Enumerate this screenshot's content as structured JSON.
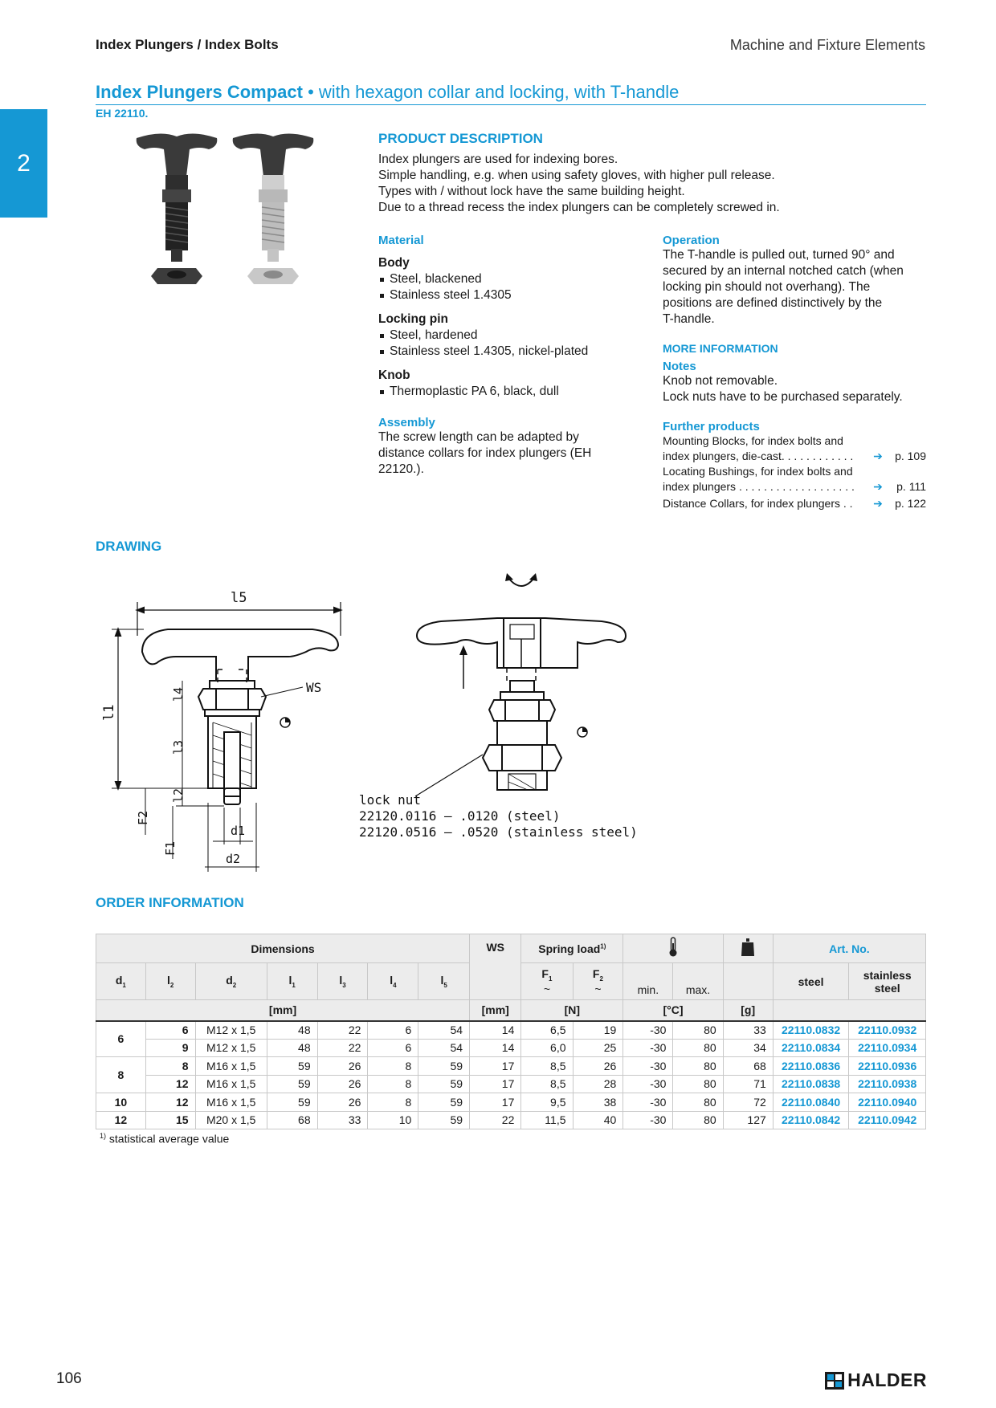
{
  "header": {
    "left": "Index Plungers / Index Bolts",
    "right": "Machine and Fixture Elements"
  },
  "chapter_tab": "2",
  "title": {
    "bold": "Index Plungers Compact",
    "bullet": "•",
    "rest": " with hexagon collar and locking, with T-handle",
    "code": "EH 22110."
  },
  "product_description": {
    "heading": "PRODUCT DESCRIPTION",
    "lines": [
      "Index plungers are used for indexing bores.",
      "Simple handling, e.g. when using safety gloves, with higher pull release.",
      "Types with / without lock have the same building height.",
      "Due to a thread recess the index plungers can be completely screwed in."
    ]
  },
  "material": {
    "heading": "Material",
    "body_label": "Body",
    "body_items": [
      "Steel, blackened",
      "Stainless steel 1.4305"
    ],
    "pin_label": "Locking pin",
    "pin_items": [
      "Steel, hardened",
      "Stainless steel 1.4305, nickel-plated"
    ],
    "knob_label": "Knob",
    "knob_items": [
      "Thermoplastic PA 6, black, dull"
    ]
  },
  "assembly": {
    "heading": "Assembly",
    "lines": [
      "The screw length can be adapted by",
      "distance collars for index plungers (EH",
      "22120.)."
    ]
  },
  "operation": {
    "heading": "Operation",
    "lines": [
      "The T-handle is pulled out, turned 90° and",
      "secured by an internal notched catch (when",
      "locking pin should not overhang). The",
      "positions are defined distinctively by the",
      "T-handle."
    ]
  },
  "more_info": {
    "heading": "MORE INFORMATION",
    "notes_heading": "Notes",
    "notes": [
      "Knob not removable.",
      "Lock nuts have to be purchased separately."
    ]
  },
  "further_products": {
    "heading": "Further products",
    "items": [
      {
        "line1": "Mounting Blocks, for index bolts and",
        "line2": "index plungers, die-cast. . . . . . . . . . . .",
        "arrow": "➔",
        "page": "p.  109"
      },
      {
        "line1": "Locating Bushings, for index bolts and",
        "line2": "index plungers . . . . . . . . . . . . . . . . . . .",
        "arrow": "➔",
        "page": "p.  111"
      },
      {
        "line1": "",
        "line2": "Distance Collars, for index plungers . .",
        "arrow": "➔",
        "page": "p.  122"
      }
    ]
  },
  "drawing": {
    "heading": "DRAWING",
    "labels": {
      "l5": "l5",
      "l1": "l1",
      "l4": "l4",
      "l3": "l3",
      "l2": "l2",
      "F2": "F2",
      "F1": "F1",
      "d1": "d1",
      "d2": "d2",
      "ws": "WS"
    },
    "locknut_lines": [
      "lock nut",
      "22120.0116 – .0120  (steel)",
      "22120.0516 – .0520 (stainless steel)"
    ]
  },
  "order_info": {
    "heading": "ORDER INFORMATION",
    "group_headers": {
      "dimensions": "Dimensions",
      "ws": "WS",
      "spring": "Spring load",
      "spring_sup": "1)",
      "artno": "Art. No."
    },
    "col_headers": {
      "d1": "d",
      "d1s": "1",
      "l2": "l",
      "l2s": "2",
      "d2": "d",
      "d2s": "2",
      "l1": "l",
      "l1s": "1",
      "l3": "l",
      "l3s": "3",
      "l4": "l",
      "l4s": "4",
      "l5": "l",
      "l5s": "5",
      "f1": "F",
      "f1s": "1",
      "f2": "F",
      "f2s": "2",
      "tilde": "~",
      "min": "min.",
      "max": "max.",
      "steel": "steel",
      "stainless": "stainless",
      "stainless2": "steel"
    },
    "units": {
      "mm": "[mm]",
      "ws_mm": "[mm]",
      "n": "[N]",
      "c": "[°C]",
      "g": "[g]"
    },
    "groups": [
      {
        "d1": "6",
        "rows": [
          {
            "l2": "6",
            "d2": "M12 x 1,5",
            "l1": "48",
            "l3": "22",
            "l4": "6",
            "l5": "54",
            "ws": "14",
            "f1": "6,5",
            "f2": "19",
            "tmin": "-30",
            "tmax": "80",
            "g": "33",
            "steel": "22110.0832",
            "stainless": "22110.0932"
          },
          {
            "l2": "9",
            "d2": "M12 x 1,5",
            "l1": "48",
            "l3": "22",
            "l4": "6",
            "l5": "54",
            "ws": "14",
            "f1": "6,0",
            "f2": "25",
            "tmin": "-30",
            "tmax": "80",
            "g": "34",
            "steel": "22110.0834",
            "stainless": "22110.0934"
          }
        ]
      },
      {
        "d1": "8",
        "rows": [
          {
            "l2": "8",
            "d2": "M16 x 1,5",
            "l1": "59",
            "l3": "26",
            "l4": "8",
            "l5": "59",
            "ws": "17",
            "f1": "8,5",
            "f2": "26",
            "tmin": "-30",
            "tmax": "80",
            "g": "68",
            "steel": "22110.0836",
            "stainless": "22110.0936"
          },
          {
            "l2": "12",
            "d2": "M16 x 1,5",
            "l1": "59",
            "l3": "26",
            "l4": "8",
            "l5": "59",
            "ws": "17",
            "f1": "8,5",
            "f2": "28",
            "tmin": "-30",
            "tmax": "80",
            "g": "71",
            "steel": "22110.0838",
            "stainless": "22110.0938"
          }
        ]
      },
      {
        "d1": "10",
        "rows": [
          {
            "l2": "12",
            "d2": "M16 x 1,5",
            "l1": "59",
            "l3": "26",
            "l4": "8",
            "l5": "59",
            "ws": "17",
            "f1": "9,5",
            "f2": "38",
            "tmin": "-30",
            "tmax": "80",
            "g": "72",
            "steel": "22110.0840",
            "stainless": "22110.0940"
          }
        ]
      },
      {
        "d1": "12",
        "rows": [
          {
            "l2": "15",
            "d2": "M20 x 1,5",
            "l1": "68",
            "l3": "33",
            "l4": "10",
            "l5": "59",
            "ws": "22",
            "f1": "11,5",
            "f2": "40",
            "tmin": "-30",
            "tmax": "80",
            "g": "127",
            "steel": "22110.0842",
            "stainless": "22110.0942"
          }
        ]
      }
    ],
    "footnote_sup": "1)",
    "footnote": " statistical average value"
  },
  "footer": {
    "page": "106",
    "brand": "HALDER"
  },
  "colors": {
    "accent": "#1598d4"
  }
}
